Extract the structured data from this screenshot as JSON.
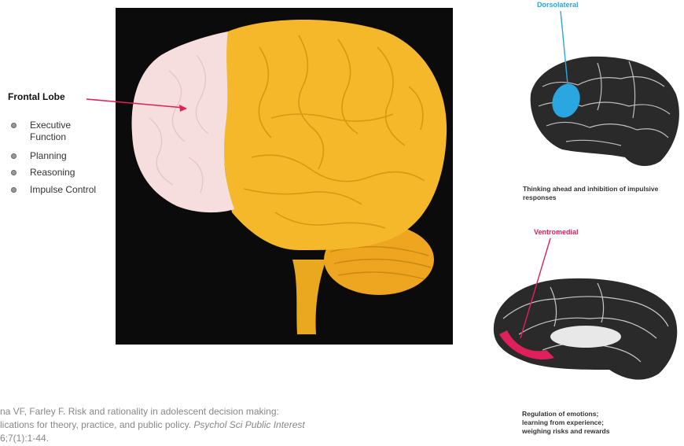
{
  "frontal_lobe": {
    "title": "Frontal Lobe",
    "functions": [
      "Executive Function",
      "Planning",
      "Reasoning",
      "Impulse Control"
    ]
  },
  "regions": {
    "dorsolateral": {
      "label": "Dorsolateral",
      "caption": "Thinking ahead and inhibition of impulsive responses",
      "color": "#2aa6e0"
    },
    "ventromedial": {
      "label": "Ventromedial",
      "caption": "Regulation of emotions; learning from experience; weighing risks and rewards",
      "color": "#e0205a"
    }
  },
  "citation": {
    "line1": "na VF, Farley F. Risk and rationality in adolescent decision making:",
    "line2_prefix": "lications for theory, practice, and public policy. ",
    "journal": "Psychol Sci Public Interest",
    "line3": "6;7(1):1-44."
  },
  "colors": {
    "panel_bg": "#0b0b0b",
    "brain_main": "#f5b82a",
    "frontal_lobe": "#f6dede",
    "arrow": "#e0205a"
  }
}
